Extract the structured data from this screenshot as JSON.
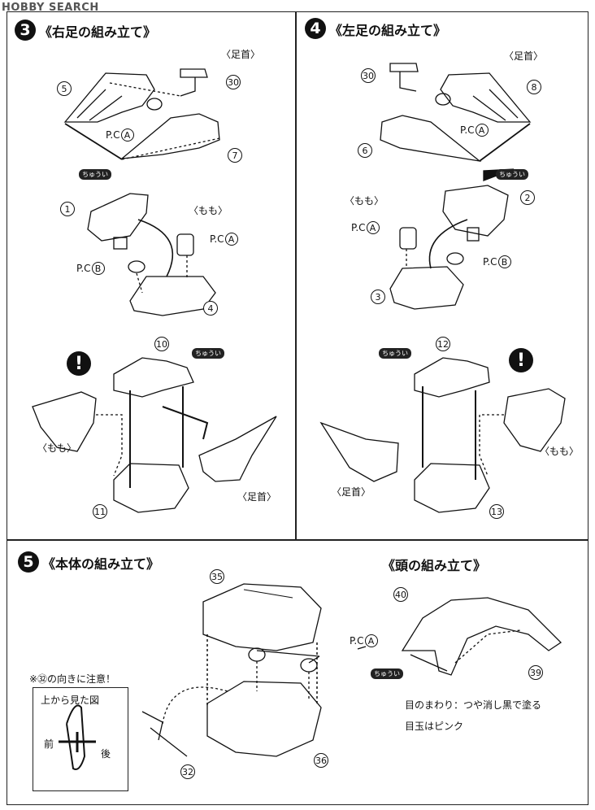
{
  "watermark": "HOBBY SEARCH",
  "step3": {
    "num": "3",
    "title": "《右足の組み立て》",
    "labels": {
      "ankle": "〈足首〉",
      "thigh": "〈もも〉",
      "thigh2": "〈もも〉",
      "ankle2": "〈足首〉"
    },
    "parts": [
      "5",
      "30",
      "7",
      "1",
      "4",
      "10",
      "11"
    ],
    "pc_a": "P.C",
    "pc_a_letter": "A",
    "pc_a2_letter": "A",
    "pc_b": "P.C",
    "pc_b_letter": "B",
    "caution": "!",
    "chui": "ちゅうい",
    "chui2": "ちゅうい"
  },
  "step4": {
    "num": "4",
    "title": "《左足の組み立て》",
    "labels": {
      "ankle": "〈足首〉",
      "thigh": "〈もも〉",
      "thigh2": "〈もも〉",
      "ankle2": "〈足首〉"
    },
    "parts": [
      "30",
      "8",
      "6",
      "2",
      "3",
      "12",
      "13"
    ],
    "pc_a": "P.C",
    "pc_a_letter": "A",
    "pc_a2_letter": "A",
    "pc_b": "P.C",
    "pc_b_letter": "B",
    "caution": "!",
    "chui": "ちゅうい",
    "chui2": "ちゅうい"
  },
  "step5": {
    "num": "5",
    "title": "《本体の組み立て》",
    "head_title": "《頭の組み立て》",
    "parts": [
      "35",
      "32",
      "36",
      "40",
      "39"
    ],
    "pc_a": "P.C",
    "pc_a_letter": "A",
    "orientation_note": "※㉜の向きに注意！",
    "topview_title": "上から見た図",
    "front": "前",
    "back": "後",
    "eye_note1": "目のまわり：つや消し黒で塗る",
    "eye_note2": "目玉はピンク",
    "chui": "ちゅうい"
  }
}
